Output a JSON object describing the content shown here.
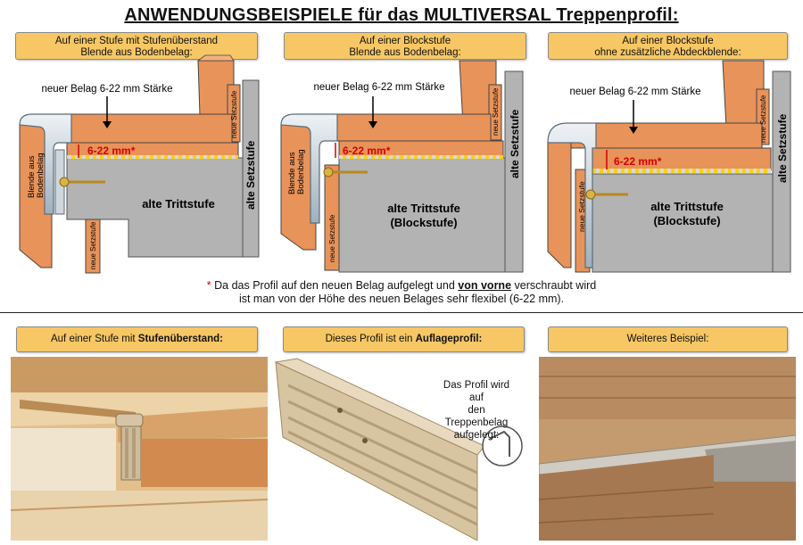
{
  "title": "ANWENDUNGSBEISPIELE für das MULTIVERSAL Treppenprofil:",
  "diagrams": [
    {
      "header_line1": "Auf einer Stufe mit Stufenüberstand",
      "header_line2": "Blende aus Bodenbelag:",
      "belag_label": "neuer Belag 6-22 mm Stärke",
      "dimension": "6-22 mm*",
      "tread_label": "alte Trittstufe",
      "riser_old": "alte Setzstufe",
      "riser_new_top": "neue Setzstufe",
      "riser_new_bottom": "neue Setzstufe",
      "blende_line1": "Blende aus",
      "blende_line2": "Bodenbelag"
    },
    {
      "header_line1": "Auf einer Blockstufe",
      "header_line2": "Blende aus Bodenbelag:",
      "belag_label": "neuer Belag 6-22 mm Stärke",
      "dimension": "6-22 mm*",
      "tread_label_line1": "alte Trittstufe",
      "tread_label_line2": "(Blockstufe)",
      "riser_old": "alte Setzstufe",
      "riser_new_top": "neue Setzstufe",
      "riser_new_bottom": "neue Setzstufe",
      "blende_line1": "Blende aus",
      "blende_line2": "Bodenbelag"
    },
    {
      "header_line1": "Auf einer Blockstufe",
      "header_line2": "ohne zusätzliche Abdeckblende:",
      "belag_label": "neuer Belag 6-22 mm Stärke",
      "dimension": "6-22 mm*",
      "tread_label_line1": "alte Trittstufe",
      "tread_label_line2": "(Blockstufe)",
      "riser_old": "alte Setzstufe",
      "riser_new_top": "neue Setzstufe",
      "riser_new_bottom": "neue Setzstufe"
    }
  ],
  "footnote": {
    "star": "*",
    "part1": "Da das Profil auf den neuen Belag aufgelegt und",
    "emph": "von vorne",
    "part2": "verschraubt wird",
    "line2": "ist man von der Höhe des neuen Belages sehr flexibel (6-22 mm)."
  },
  "photos": [
    {
      "prefix": "Auf einer Stufe mit",
      "bold": "Stufenüberstand:"
    },
    {
      "prefix": "Dieses Profil ist ein",
      "bold": "Auflageprofil:"
    },
    {
      "prefix": "Weiteres Beispiel:",
      "bold": ""
    }
  ],
  "photo_caption": {
    "line1": "Das Profil wird auf",
    "line2": "den Treppenbelag",
    "line3": "aufgelegt:"
  },
  "colors": {
    "header_bg": "#f6c764",
    "wood": "#e8935a",
    "old_grey": "#b3b3b3",
    "aluminium": "#c9d3dc",
    "dimension_red": "#d40000",
    "screw": "#d9b347"
  }
}
